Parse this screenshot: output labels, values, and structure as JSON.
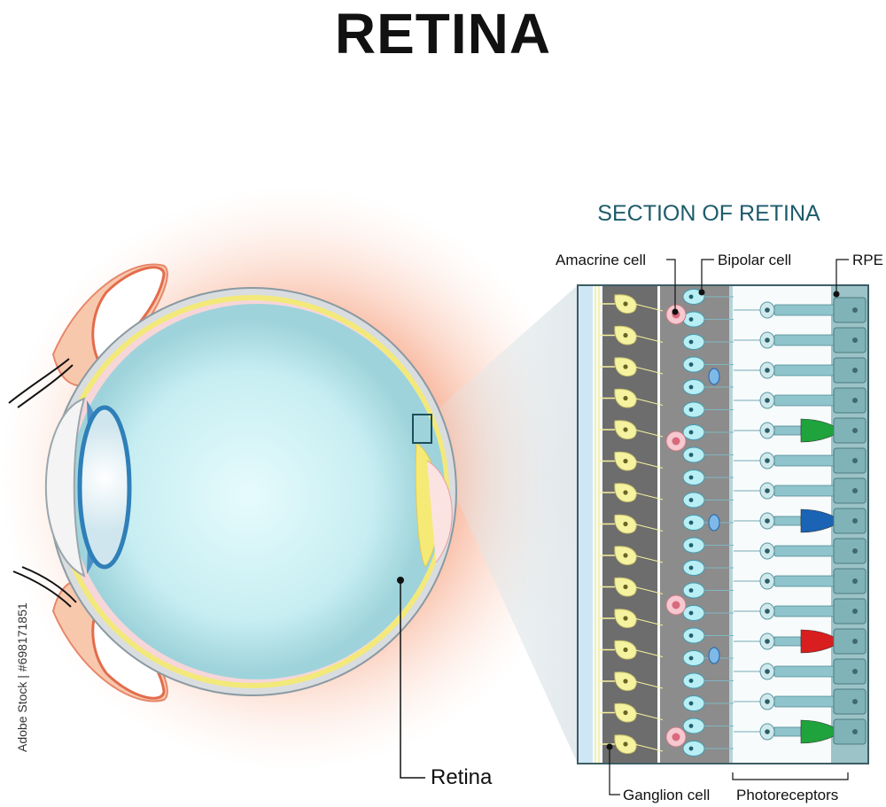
{
  "title": "RETINA",
  "section_title": "SECTION OF RETINA",
  "labels": {
    "amacrine_cell": "Amacrine cell",
    "bipolar_cell": "Bipolar cell",
    "rpe": "RPE",
    "retina": "Retina",
    "ganglion_cell": "Ganglion cell",
    "photoreceptors": "Photoreceptors"
  },
  "credit": "Adobe Stock | #698171851",
  "colors": {
    "background_glow": "#f6a98a",
    "eyeball_fill": "#c9eef2",
    "retina_layer": "#f3e97a",
    "ganglion_cell": "#f5f2a0",
    "bipolar_cell": "#b8eef4",
    "amacrine_cell": "#f6c8cf",
    "photoreceptor": "#8fc4cc",
    "rpe": "#7fb3b8",
    "cone_green": "#1fa33c",
    "cone_blue": "#1a63b5",
    "cone_red": "#d81e1e",
    "title_text": "#111111",
    "section_title_text": "#1d5b6b"
  }
}
